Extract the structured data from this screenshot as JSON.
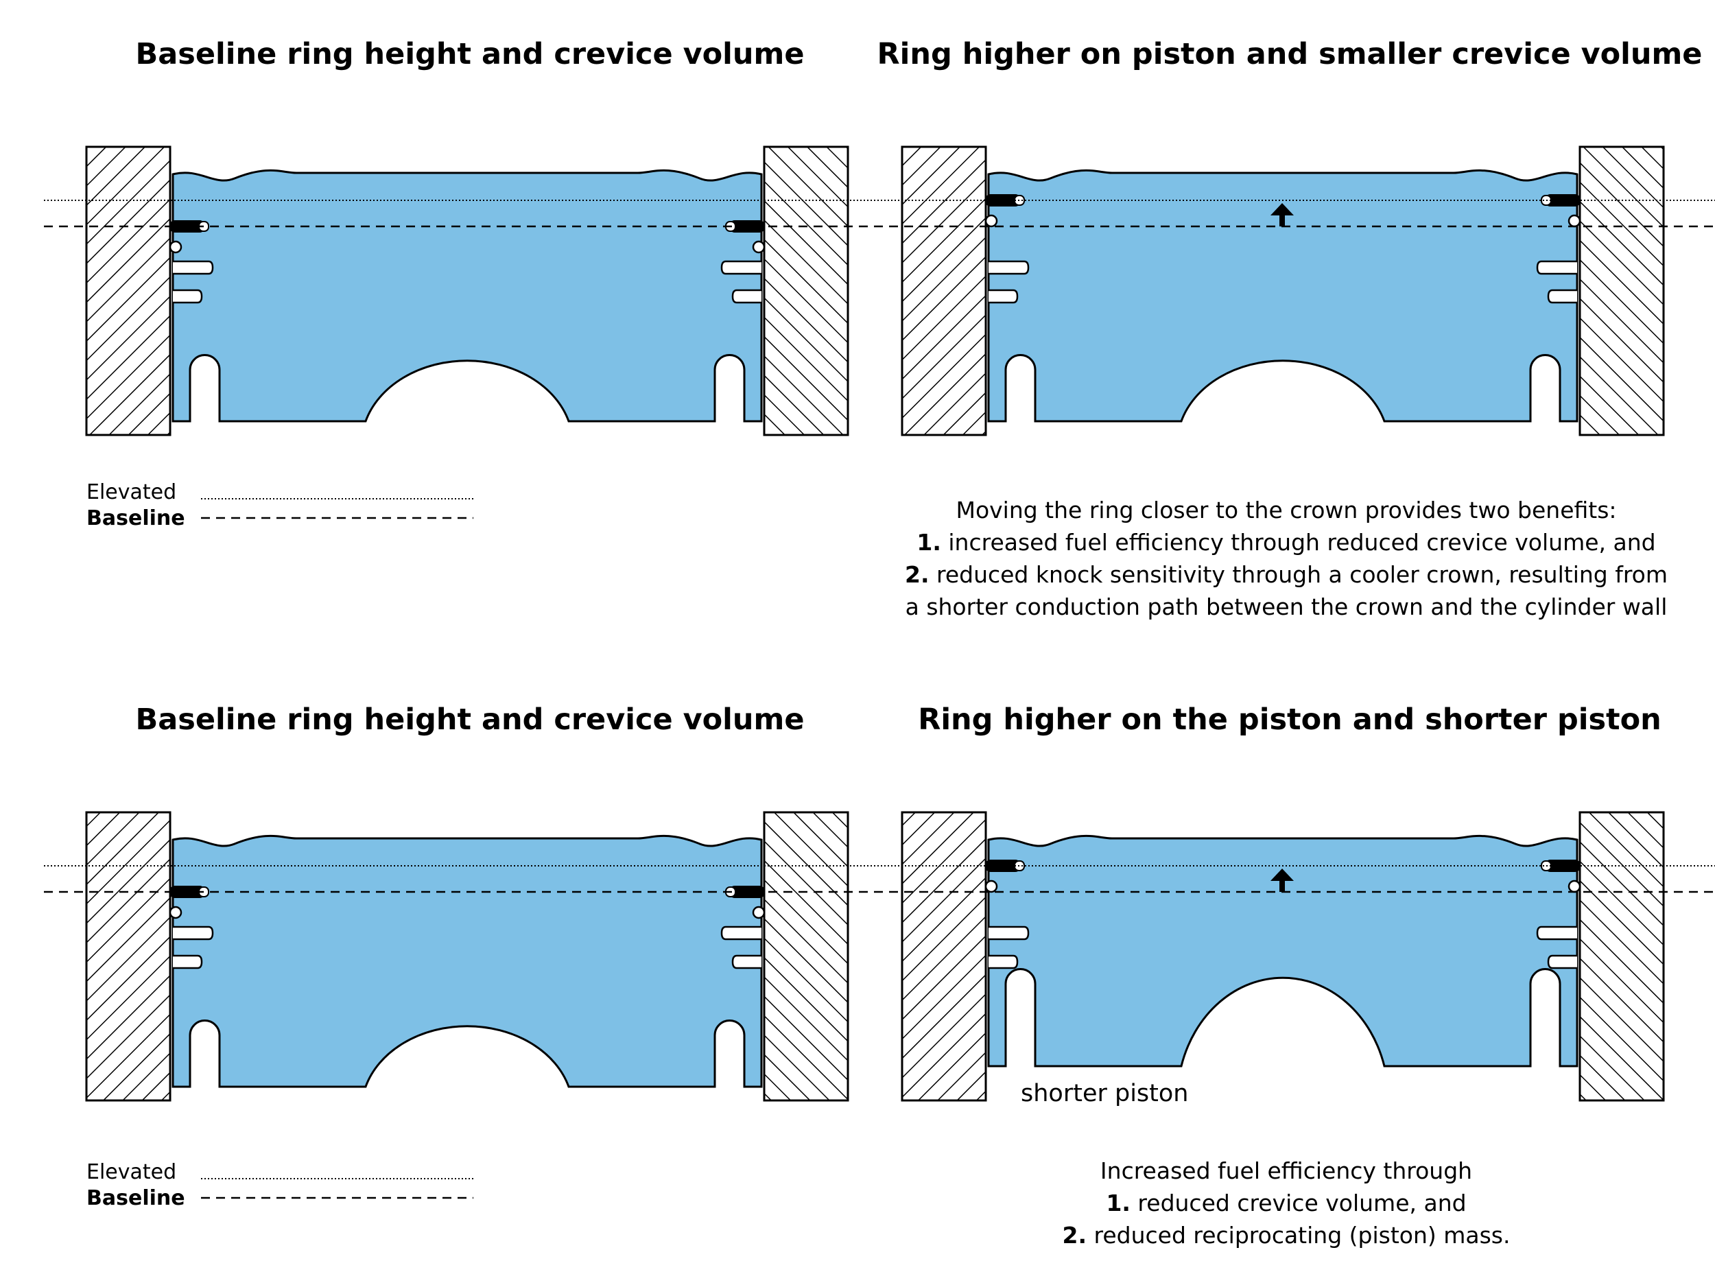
{
  "legend": {
    "elevated": "Elevated",
    "baseline": "Baseline"
  },
  "panels": {
    "top_left": {
      "title": "Baseline ring height and crevice volume"
    },
    "top_right": {
      "title": "Ring higher on piston and smaller crevice volume",
      "caption": {
        "intro": "Moving the ring closer to the crown provides two benefits:",
        "item1_num": "1.",
        "item1_text": " increased fuel efficiency through reduced crevice volume, and",
        "item2_num": "2.",
        "item2_text": " reduced knock sensitivity through a cooler crown, resulting from",
        "item2_cont": "a shorter conduction path between the crown and the cylinder wall"
      }
    },
    "bottom_left": {
      "title": "Baseline ring height and crevice volume"
    },
    "bottom_right": {
      "title": "Ring higher on the piston and shorter piston",
      "label": "shorter piston",
      "caption": {
        "intro": "Increased fuel efficiency through",
        "item1_num": "1.",
        "item1_text": " reduced crevice volume, and",
        "item2_num": "2.",
        "item2_text": " reduced reciprocating (piston) mass."
      }
    }
  },
  "colors": {
    "piston": "#7ec0e6",
    "outline": "#000000",
    "background": "#ffffff"
  }
}
